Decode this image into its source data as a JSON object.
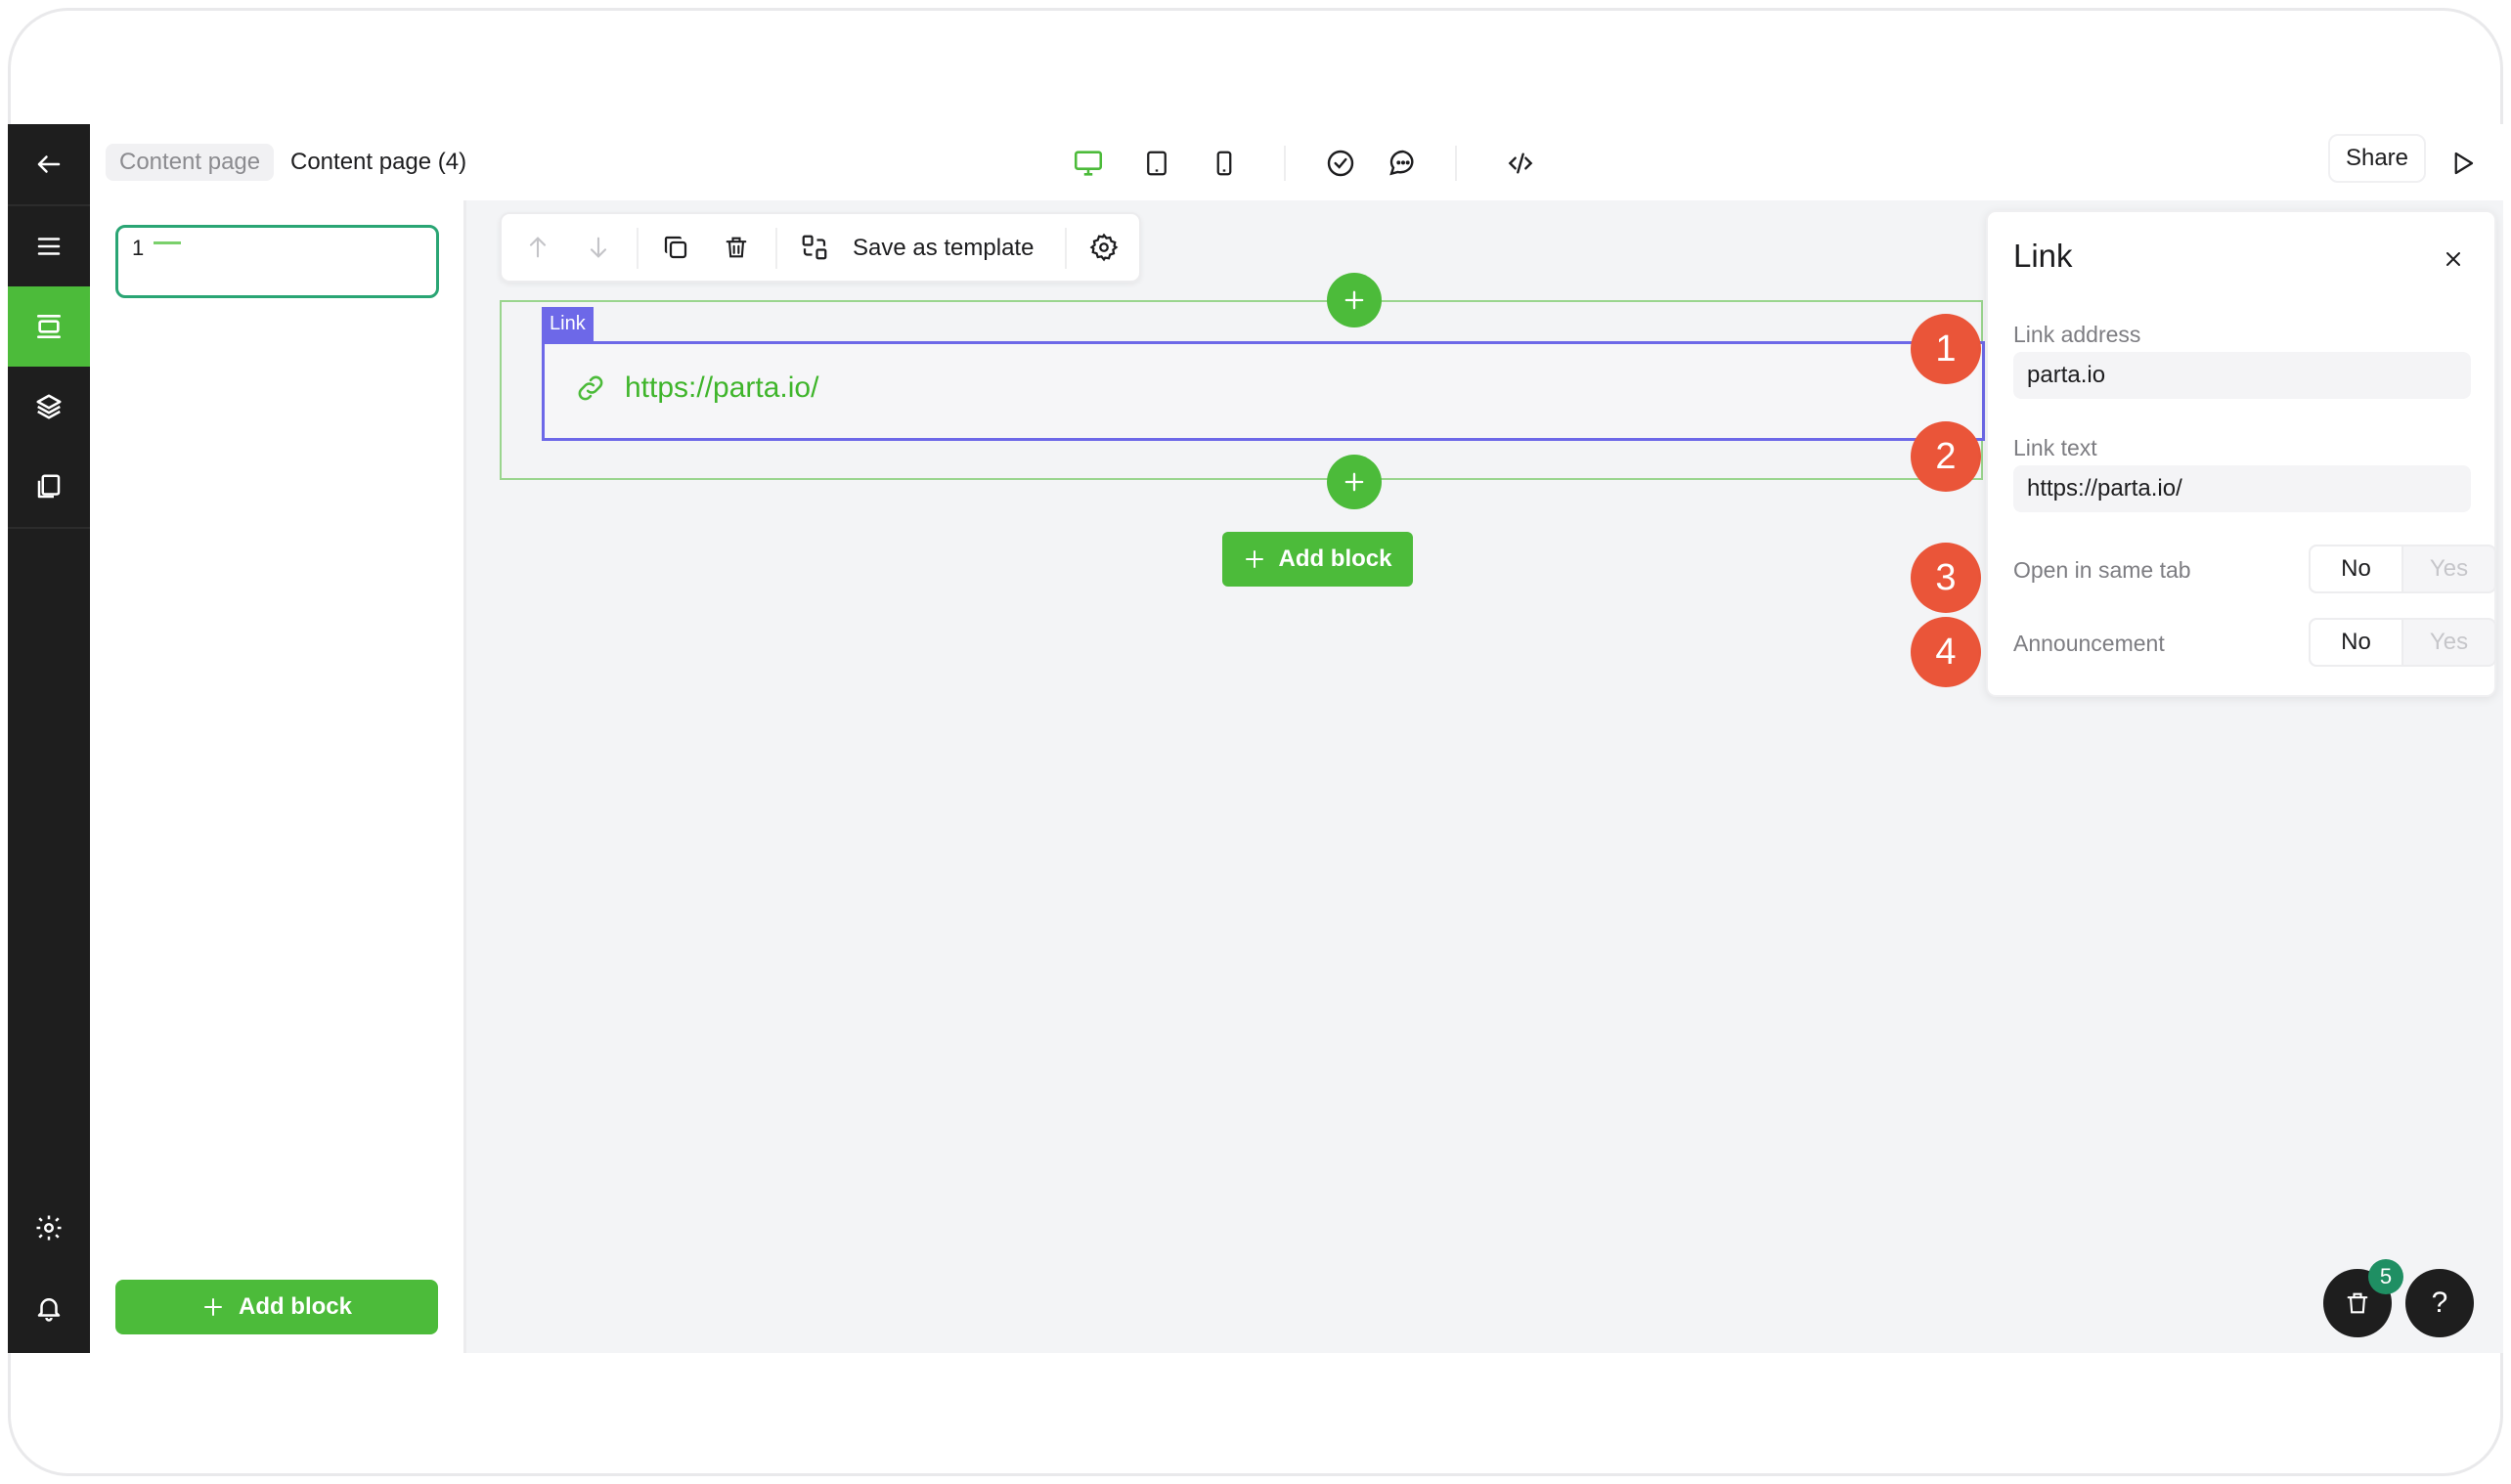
{
  "breadcrumb": {
    "parent": "Content page",
    "current": "Content page (4)"
  },
  "header": {
    "share_label": "Share"
  },
  "pages": {
    "items": [
      {
        "number": "1"
      }
    ],
    "add_block_label": "Add block"
  },
  "toolbar": {
    "save_template_label": "Save as template"
  },
  "canvas": {
    "block_tag": "Link",
    "link_text": "https://parta.io/",
    "add_block_label": "Add block"
  },
  "properties": {
    "title": "Link",
    "link_address_label": "Link address",
    "link_address_value": "parta.io",
    "link_text_label": "Link text",
    "link_text_value": "https://parta.io/",
    "open_same_tab_label": "Open in same tab",
    "open_same_tab": {
      "no": "No",
      "yes": "Yes",
      "selected": "No"
    },
    "announcement_label": "Announcement",
    "announcement": {
      "no": "No",
      "yes": "Yes",
      "selected": "No"
    }
  },
  "callouts": [
    "1",
    "2",
    "3",
    "4"
  ],
  "floating": {
    "badge_count": "5",
    "help_label": "?"
  },
  "colors": {
    "accent_green": "#4cbb3a",
    "block_purple": "#6d68e8",
    "callout_red": "#ea5539",
    "rail_dark": "#1e1e1e"
  }
}
